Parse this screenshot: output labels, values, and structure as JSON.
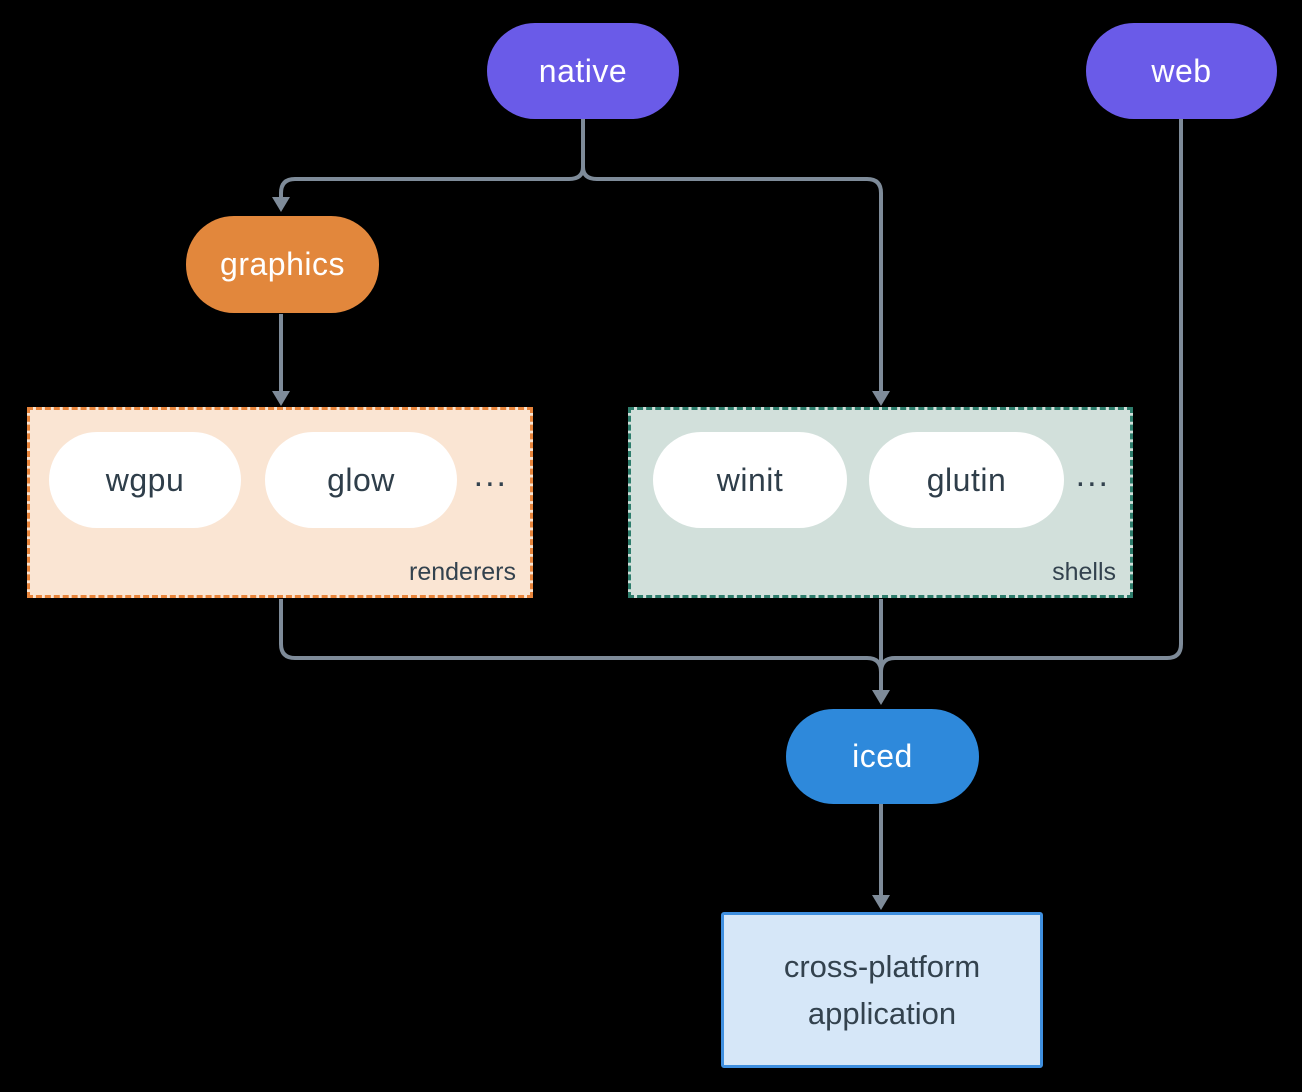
{
  "nodes": {
    "native": "native",
    "web": "web",
    "graphics": "graphics",
    "iced": "iced",
    "application_line1": "cross-platform",
    "application_line2": "application"
  },
  "groups": {
    "renderers": {
      "label": "renderers",
      "pills": [
        "wgpu",
        "glow"
      ],
      "ellipsis": "..."
    },
    "shells": {
      "label": "shells",
      "pills": [
        "winit",
        "glutin"
      ],
      "ellipsis": "..."
    }
  },
  "colors": {
    "platform_purple": "#6A5BE8",
    "graphics_orange": "#E2873C",
    "iced_blue": "#2E89DB",
    "renderers_fill": "#FAE5D3",
    "renderers_border": "#E8853C",
    "shells_fill": "#D2E0DB",
    "shells_border": "#2E7D6C",
    "application_fill": "#D6E7F8",
    "application_border": "#3F8FDF",
    "connector_gray": "#7E8B99",
    "dark_text": "#33424E",
    "background": "#000000"
  }
}
